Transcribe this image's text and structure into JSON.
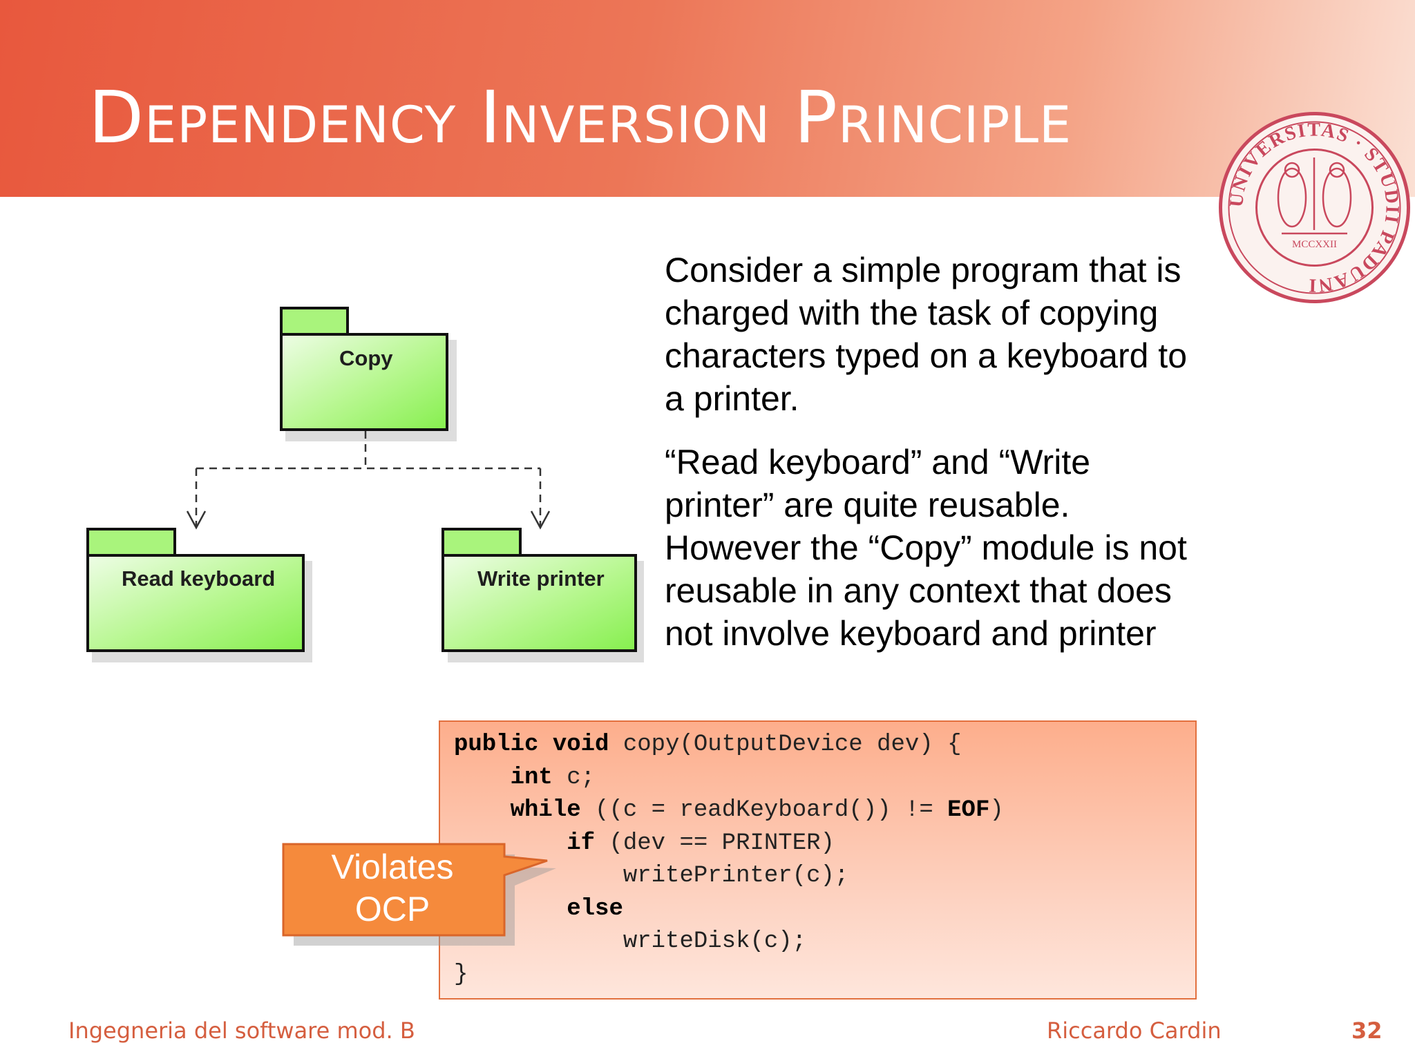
{
  "slide": {
    "title": "Dependency Inversion Principle",
    "seal": {
      "outer_text": "UNIVERSITAS · STUDII PADUANI",
      "year": "MCCXXII"
    },
    "diagram": {
      "packages": [
        {
          "label": "Copy"
        },
        {
          "label": "Read keyboard"
        },
        {
          "label": "Write printer"
        }
      ]
    },
    "paragraphs": [
      "Consider a simple program that is charged with the task of copying characters typed on a keyboard to a printer.",
      "“Read keyboard” and “Write printer” are quite reusable. However  the “Copy” module is not reusable in any context that does not involve keyboard and printer"
    ],
    "code": {
      "lines": [
        [
          {
            "t": "public void",
            "kw": true
          },
          {
            "t": " copy(OutputDevice dev) {"
          }
        ],
        [
          {
            "t": "    "
          },
          {
            "t": "int",
            "kw": true
          },
          {
            "t": " c;"
          }
        ],
        [
          {
            "t": "    "
          },
          {
            "t": "while",
            "kw": true
          },
          {
            "t": " ((c = readKeyboard()) != "
          },
          {
            "t": "EOF",
            "kw": true
          },
          {
            "t": ")"
          }
        ],
        [
          {
            "t": "        "
          },
          {
            "t": "if",
            "kw": true
          },
          {
            "t": " (dev == PRINTER)"
          }
        ],
        [
          {
            "t": "            writePrinter(c);"
          }
        ],
        [
          {
            "t": "        "
          },
          {
            "t": "else",
            "kw": true
          }
        ],
        [
          {
            "t": "            writeDisk(c);"
          }
        ],
        [
          {
            "t": "}"
          }
        ]
      ]
    },
    "callout": {
      "line1": "Violates",
      "line2": "OCP"
    },
    "footer": {
      "course": "Ingegneria del software mod. B",
      "author": "Riccardo Cardin",
      "page": "32"
    },
    "colors": {
      "accent": "#e8583d",
      "footer_text": "#d55e3f",
      "package_fill": "#8ef55a",
      "callout_fill": "#f58a3c",
      "code_box_fill": "#fdc3ab"
    }
  }
}
